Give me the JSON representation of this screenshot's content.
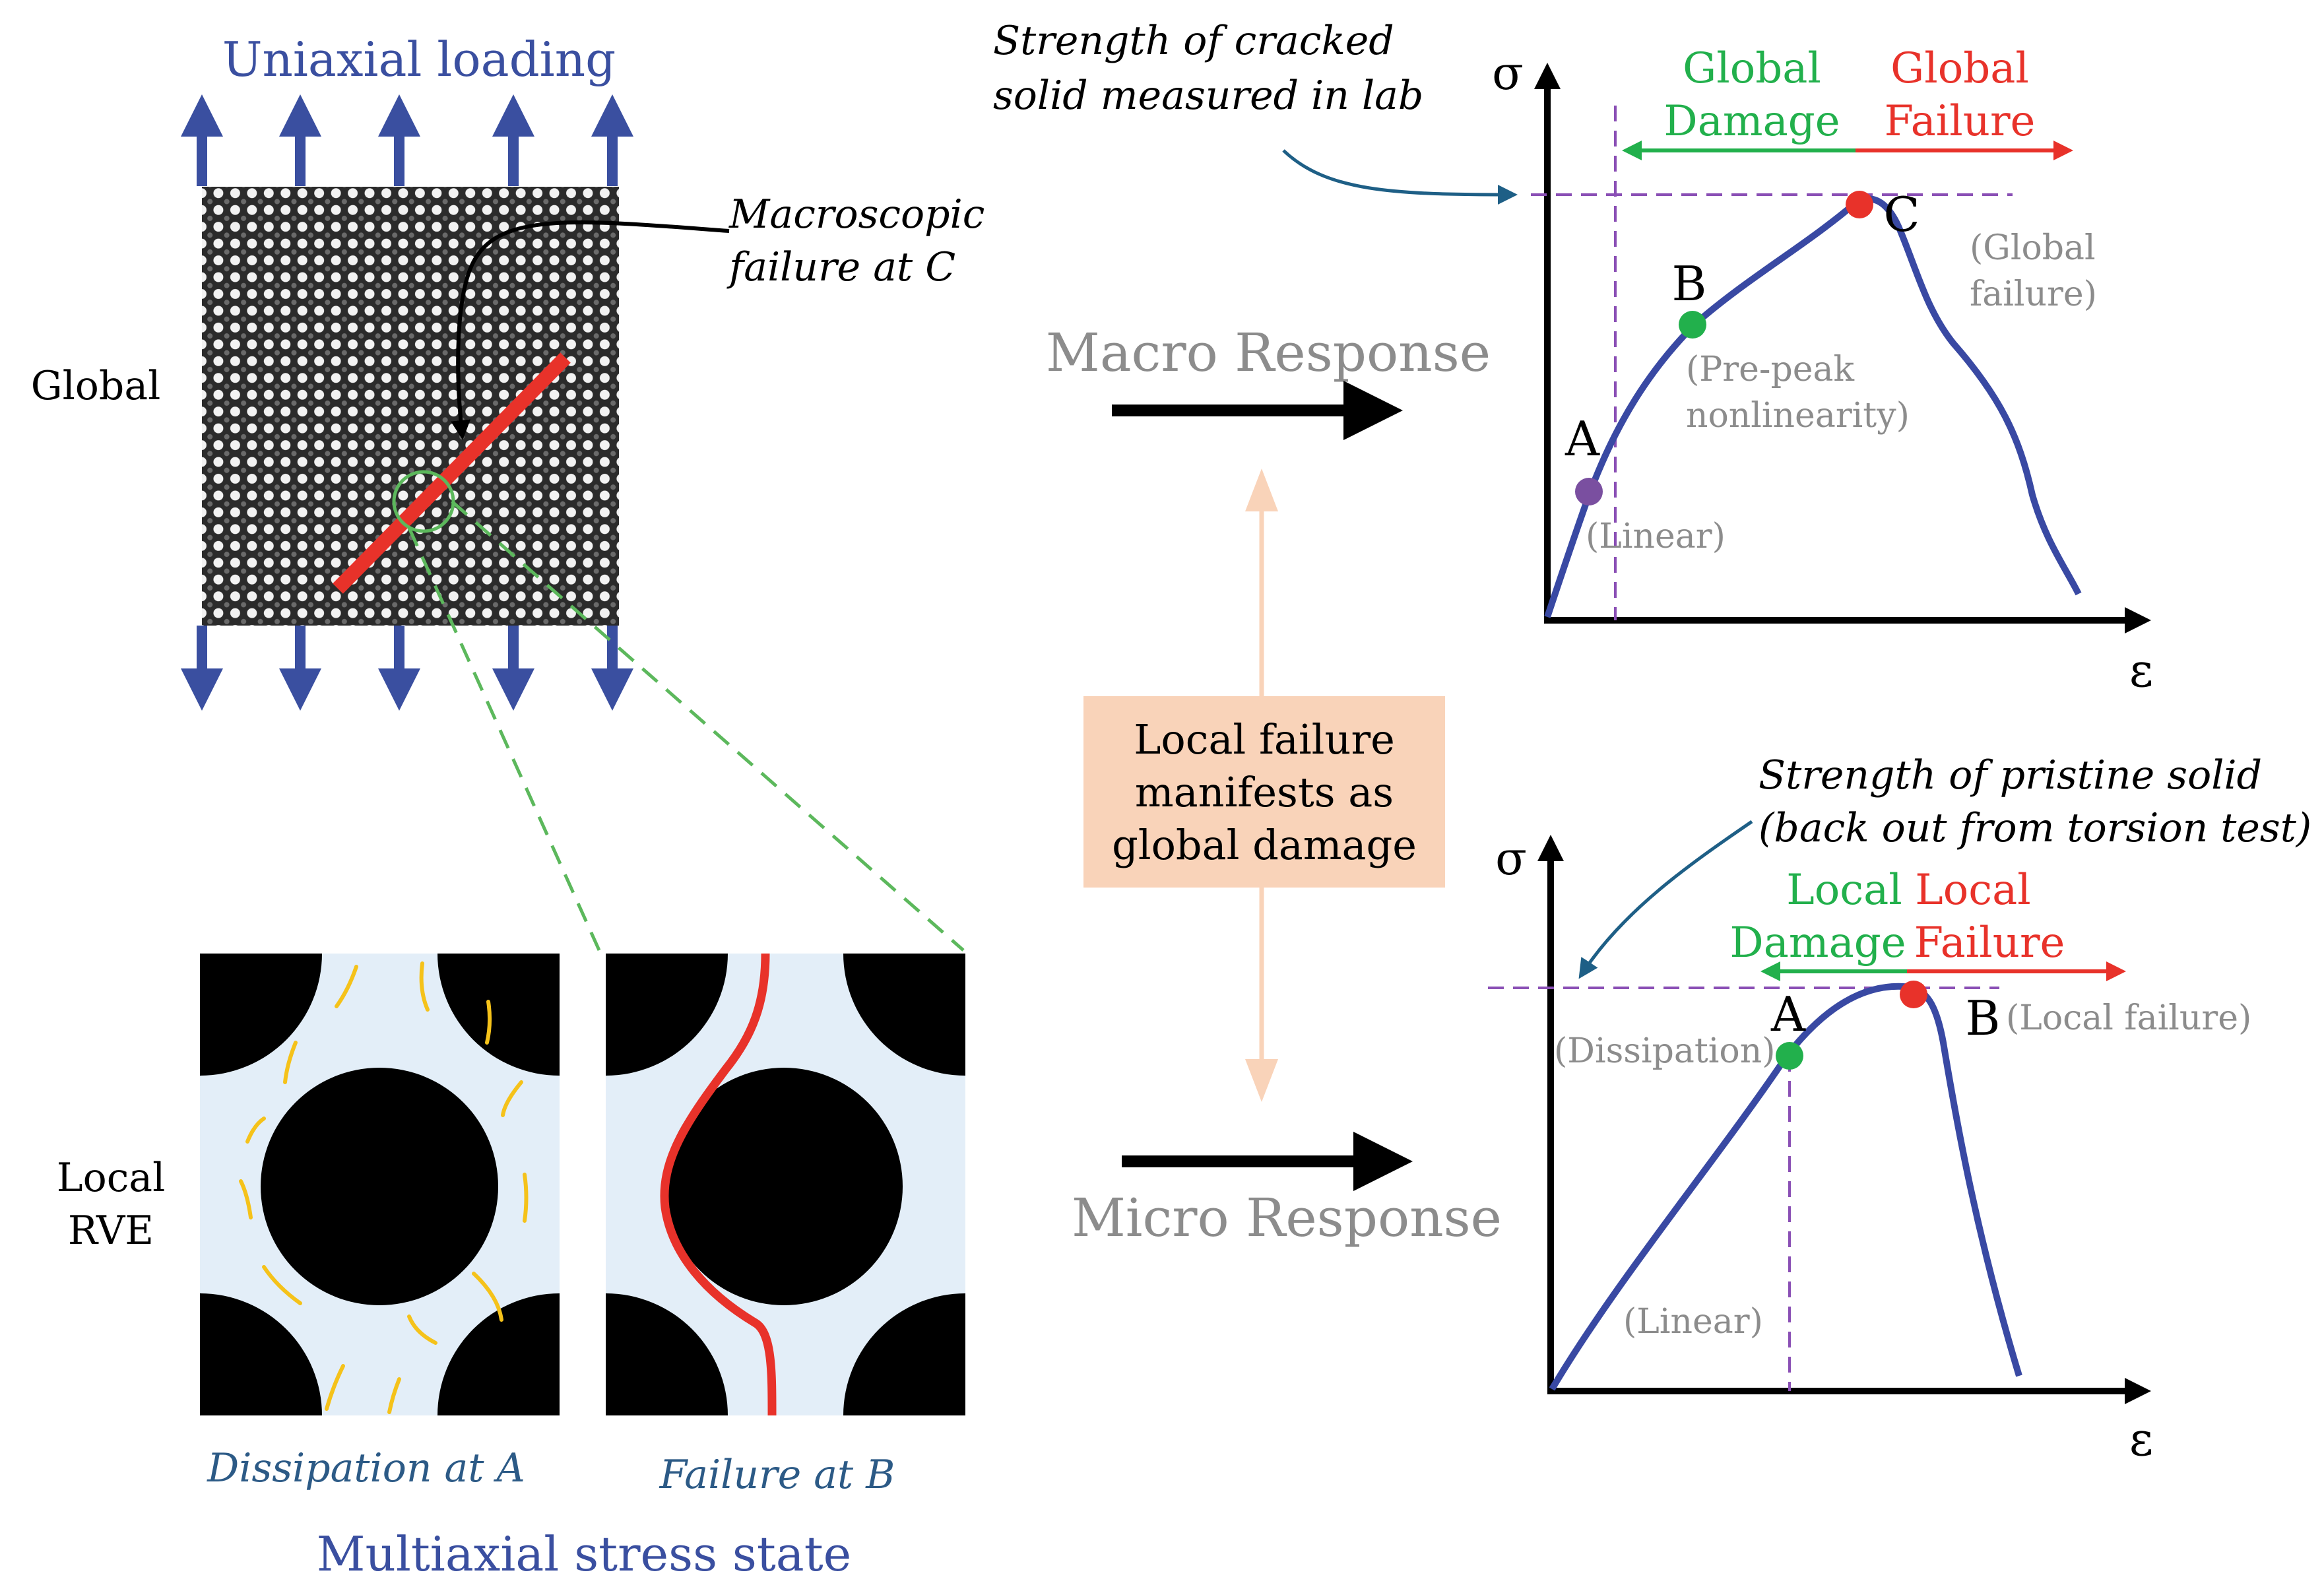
{
  "title": "Uniaxial loading",
  "colors": {
    "blue_arrow": "#3a4fa0",
    "curve": "#3949a3",
    "red": "#e8322a",
    "green": "#22b04c",
    "purple_dash": "#8a4fb5",
    "gray_text": "#8c8c8c",
    "teal_text": "#2c5a86",
    "orange_box": "#f9d3b9",
    "light_blue_fill": "#e3eef8",
    "yellow_crack": "#f5c21a",
    "teal_leader": "#1e5f86"
  },
  "left": {
    "global_label": "Global",
    "local_label_line1": "Local",
    "local_label_line2": "RVE",
    "macro_annotation_line1": "Macroscopic",
    "macro_annotation_line2": "failure at C",
    "rve_caption_left": "Dissipation at A",
    "rve_caption_right": "Failure at B",
    "bottom_caption": "Multiaxial stress state"
  },
  "middle": {
    "macro_response": "Macro Response",
    "micro_response": "Micro Response",
    "box_line1": "Local failure",
    "box_line2": "manifests as",
    "box_line3": "global damage"
  },
  "top_graph": {
    "y_axis": "σ",
    "x_axis": "ε",
    "annotation_line1": "Strength of cracked",
    "annotation_line2": "solid measured in lab",
    "damage_line1": "Global",
    "damage_line2": "Damage",
    "failure_line1": "Global",
    "failure_line2": "Failure",
    "point_a": "A",
    "point_b": "B",
    "point_c": "C",
    "note_a": "(Linear)",
    "note_b_line1": "(Pre-peak",
    "note_b_line2": "nonlinearity)",
    "note_c_line1": "(Global",
    "note_c_line2": "failure)"
  },
  "bottom_graph": {
    "y_axis": "σ",
    "x_axis": "ε",
    "annotation_line1": "Strength of pristine solid",
    "annotation_line2": "(back out from torsion test)",
    "damage_line1": "Local",
    "damage_line2": "Damage",
    "failure_line1": "Local",
    "failure_line2": "Failure",
    "point_a": "A",
    "point_b": "B",
    "note_a": "(Dissipation)",
    "note_b": "(Local failure)",
    "note_linear": "(Linear)"
  }
}
